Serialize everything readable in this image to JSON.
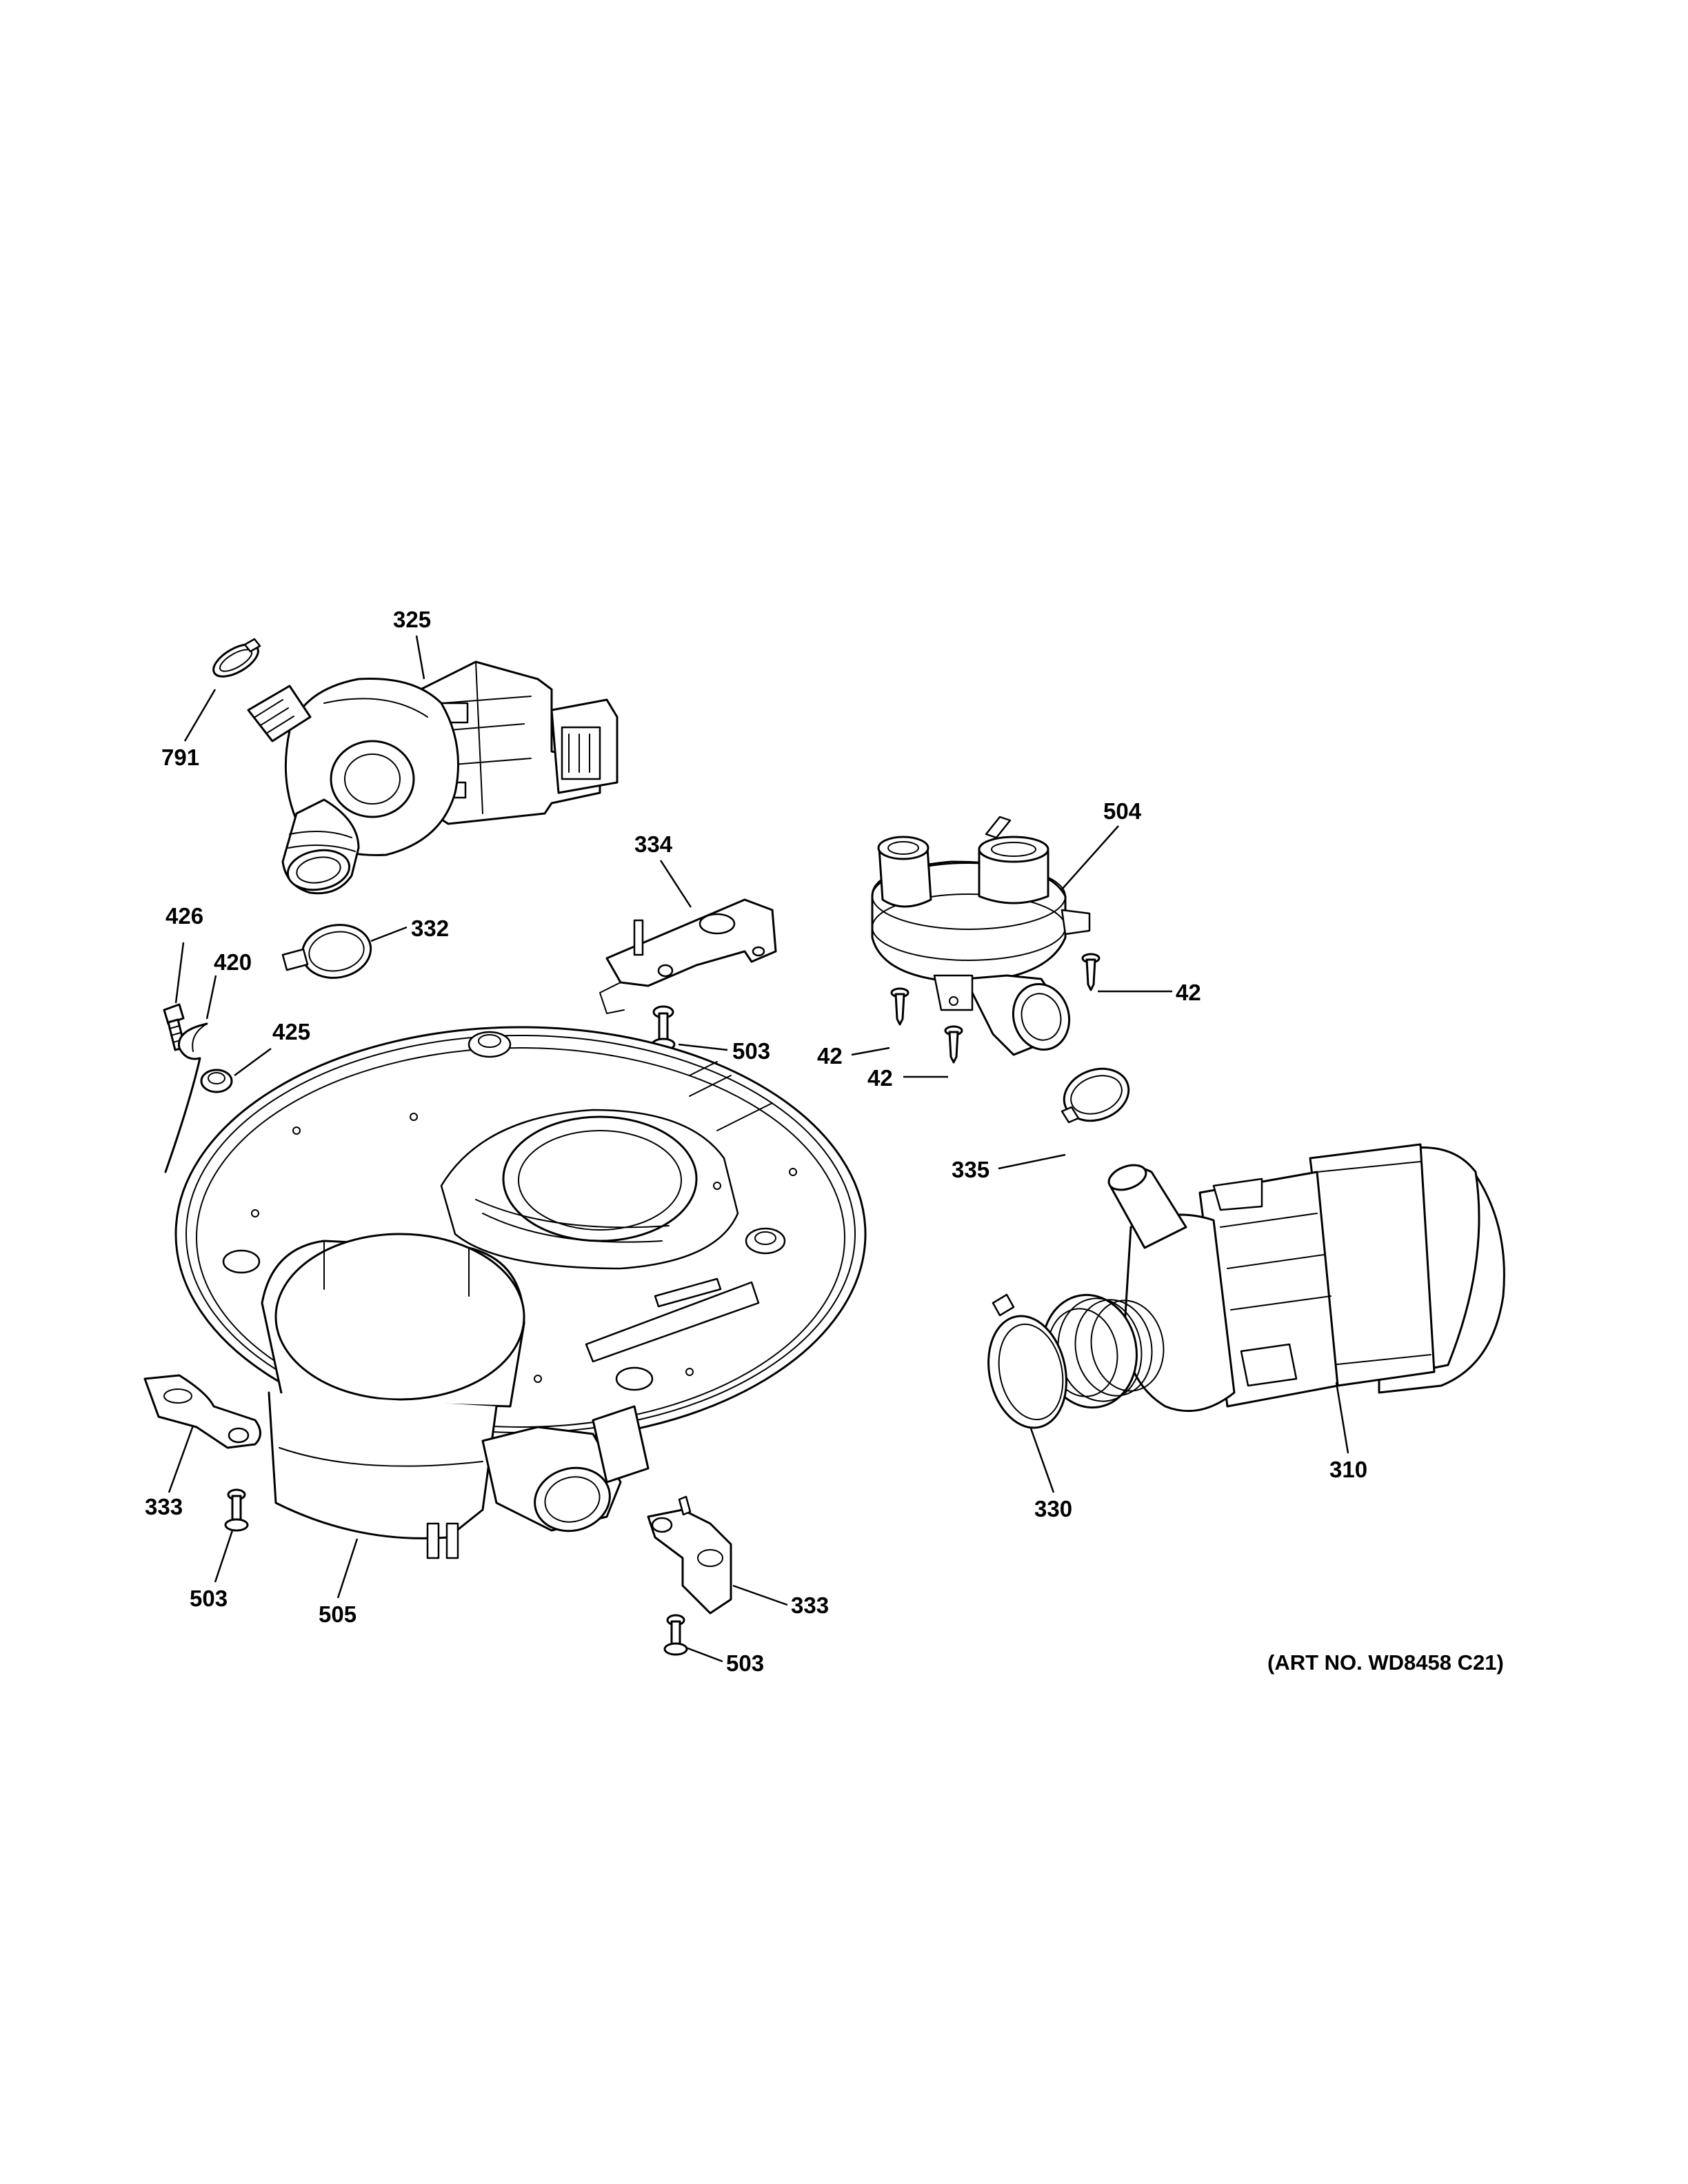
{
  "diagram": {
    "art_number": "(ART NO. WD8458 C21)",
    "line_color": "#000000",
    "background": "#ffffff",
    "callouts": [
      {
        "id": "callout-325",
        "label": "325"
      },
      {
        "id": "callout-791",
        "label": "791"
      },
      {
        "id": "callout-332",
        "label": "332"
      },
      {
        "id": "callout-334",
        "label": "334"
      },
      {
        "id": "callout-504",
        "label": "504"
      },
      {
        "id": "callout-42-right",
        "label": "42"
      },
      {
        "id": "callout-42-left",
        "label": "42"
      },
      {
        "id": "callout-42-bottom",
        "label": "42"
      },
      {
        "id": "callout-503-center",
        "label": "503"
      },
      {
        "id": "callout-426",
        "label": "426"
      },
      {
        "id": "callout-420",
        "label": "420"
      },
      {
        "id": "callout-425",
        "label": "425"
      },
      {
        "id": "callout-335",
        "label": "335"
      },
      {
        "id": "callout-330",
        "label": "330"
      },
      {
        "id": "callout-310",
        "label": "310"
      },
      {
        "id": "callout-333-left",
        "label": "333"
      },
      {
        "id": "callout-503-left",
        "label": "503"
      },
      {
        "id": "callout-505",
        "label": "505"
      },
      {
        "id": "callout-333-right",
        "label": "333"
      },
      {
        "id": "callout-503-bottom",
        "label": "503"
      }
    ],
    "parts": [
      {
        "name": "drain-pump",
        "number": "325"
      },
      {
        "name": "hose-clamp",
        "number": "791"
      },
      {
        "name": "pump-clamp",
        "number": "332"
      },
      {
        "name": "bracket",
        "number": "334"
      },
      {
        "name": "diverter-valve",
        "number": "504"
      },
      {
        "name": "screw",
        "number": "42"
      },
      {
        "name": "screw",
        "number": "503"
      },
      {
        "name": "screw",
        "number": "426"
      },
      {
        "name": "wire",
        "number": "420"
      },
      {
        "name": "grommet",
        "number": "425"
      },
      {
        "name": "clamp",
        "number": "335"
      },
      {
        "name": "clamp",
        "number": "330"
      },
      {
        "name": "circulation-pump",
        "number": "310"
      },
      {
        "name": "bracket",
        "number": "333"
      },
      {
        "name": "sump-assembly",
        "number": "505"
      }
    ]
  }
}
